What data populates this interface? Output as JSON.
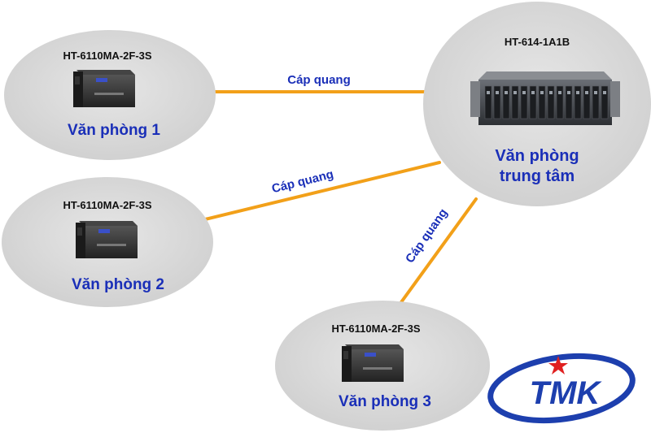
{
  "nodes": {
    "office1": {
      "model": "HT-6110MA-2F-3S",
      "name": "Văn phòng 1"
    },
    "office2": {
      "model": "HT-6110MA-2F-3S",
      "name": "Văn phòng 2"
    },
    "office3": {
      "model": "HT-6110MA-2F-3S",
      "name": "Văn phòng 3"
    },
    "center": {
      "model": "HT-614-1A1B",
      "name_line1": "Văn phòng",
      "name_line2": "trung tâm"
    }
  },
  "links": {
    "link1": {
      "label": "Cáp quang"
    },
    "link2": {
      "label": "Cáp quang"
    },
    "link3": {
      "label": "Cáp quang"
    }
  },
  "logo": {
    "text": "TMK"
  },
  "colors": {
    "link": "#f2a019",
    "office_label": "#1a2fb8",
    "ellipse": "#d4d4d4",
    "logo_blue": "#1d3fae",
    "logo_star": "#e02020"
  },
  "icons": {
    "media_converter": "media-converter-device-icon",
    "rack_chassis": "rack-chassis-device-icon",
    "brand_logo": "tmk-logo"
  }
}
